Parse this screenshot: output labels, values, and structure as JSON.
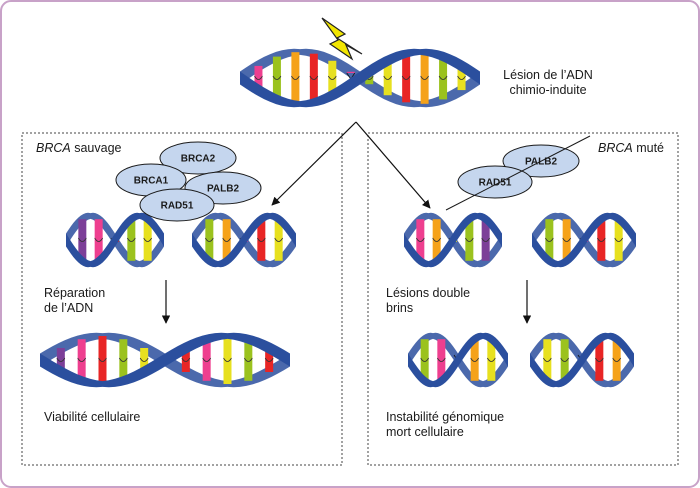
{
  "top_label": [
    "Lésion de l’ADN",
    "chimio-induite"
  ],
  "left_panel": {
    "title_gene": "BRCA",
    "title_rest": " sauvage",
    "proteins": [
      "BRCA2",
      "BRCA1",
      "PALB2",
      "RAD51"
    ],
    "step1": [
      "Réparation",
      "de l’ADN"
    ],
    "step2": "Viabilité cellulaire"
  },
  "right_panel": {
    "title_gene": "BRCA",
    "title_rest": " muté",
    "proteins": [
      "PALB2",
      "RAD51"
    ],
    "step1": [
      "Lésions double",
      "brins"
    ],
    "step2": [
      "Instabilité génomique",
      "mort cellulaire"
    ]
  },
  "colors": {
    "frame": "#c8a2c8",
    "helix": "#2b4f9e",
    "protein_fill": "#c5d6ee",
    "base_colors": [
      "#ee3f8f",
      "#9bc21e",
      "#f5a21a",
      "#e82525",
      "#e7e01f",
      "#7c3f98"
    ],
    "bolt": "#f2e600"
  }
}
